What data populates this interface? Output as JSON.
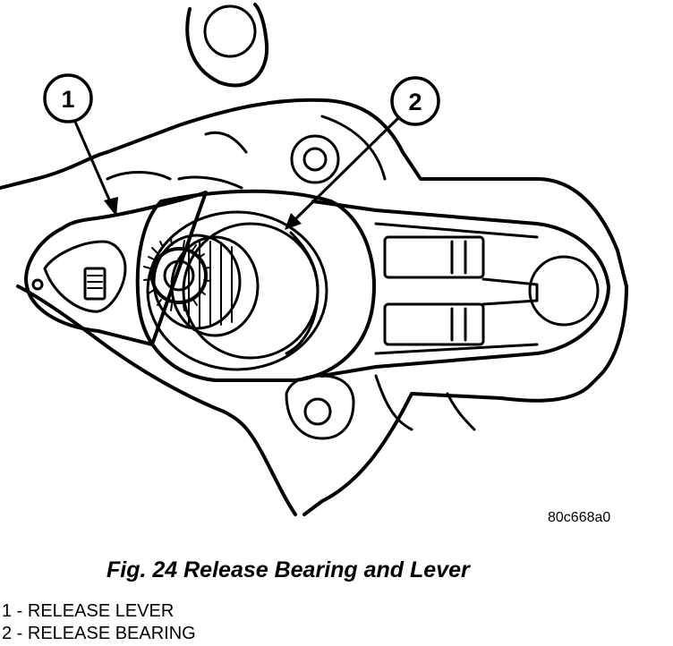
{
  "callouts": [
    {
      "number": "1",
      "label": "RELEASE LEVER"
    },
    {
      "number": "2",
      "label": "RELEASE BEARING"
    }
  ],
  "image_code": "80c668a0",
  "caption": "Fig. 24 Release Bearing and Lever",
  "legend": [
    "1 - RELEASE LEVER",
    "2 - RELEASE BEARING"
  ]
}
